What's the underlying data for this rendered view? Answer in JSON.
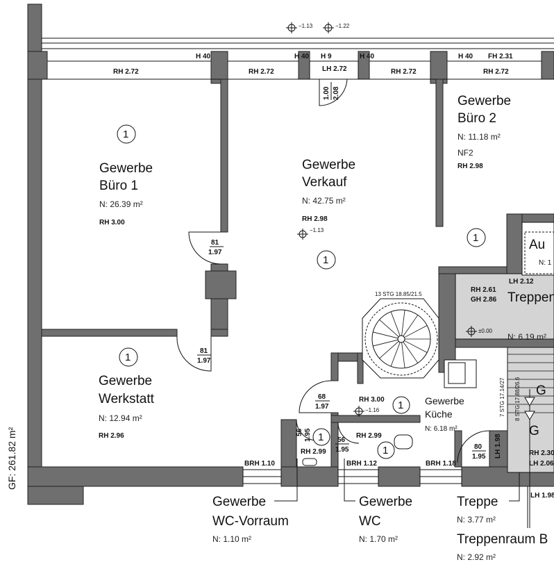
{
  "rooms": {
    "buero1": {
      "line1": "Gewerbe",
      "line2": "Büro 1",
      "area": "N: 26.39 m²",
      "rh": "RH 3.00",
      "num": "1"
    },
    "verkauf": {
      "line1": "Gewerbe",
      "line2": "Verkauf",
      "area": "N: 42.75 m²",
      "rh": "RH 2.98",
      "level": "−1.13",
      "num": "1"
    },
    "buero2": {
      "line1": "Gewerbe",
      "line2": "Büro 2",
      "area": "N: 11.18 m²",
      "nf": "NF2",
      "rh": "RH 2.98",
      "num": "1"
    },
    "werkstatt": {
      "line1": "Gewerbe",
      "line2": "Werkstatt",
      "area": "N: 12.94 m²",
      "rh": "RH 2.96",
      "num": "1"
    },
    "kueche": {
      "line1": "Gewerbe",
      "line2": "Küche",
      "area": "N: 6.18 m²",
      "rh": "RH 3.00",
      "level": "−1.16",
      "num": "1"
    },
    "wc_vorraum": {
      "line1": "Gewerbe",
      "line2": "WC-Vorraum",
      "area": "N: 1.10 m²",
      "rh": "RH 2.99",
      "num": "1"
    },
    "wc": {
      "line1": "Gewerbe",
      "line2": "WC",
      "area": "N: 1.70 m²",
      "rh": "RH 2.99",
      "num": "1"
    },
    "treppe": {
      "line1": "Treppe",
      "area": "N: 3.77 m²"
    },
    "treppenraum": {
      "line1": "Treppenraum B",
      "area": "N: 2.92 m²"
    },
    "treppenhaus": {
      "label": "Treppen",
      "area": "N: 6.19 m²",
      "rh": "RH 2.61",
      "gh": "GH 2.86",
      "level": "±0.00",
      "lh": "LH 2.12"
    },
    "aufzug": {
      "label": "Au",
      "area": "N: 1"
    },
    "num_right": "1"
  },
  "top_labels": {
    "rh1": "RH 2.72",
    "rh2": "RH 2.72",
    "rh3": "RH 2.72",
    "rh4": "RH 2.72",
    "h40a": "H 40",
    "h40b": "H 40",
    "h40c": "H 40",
    "h40d": "H 40",
    "h9": "H 9",
    "lh": "LH 2.72",
    "fh": "FH 2.31",
    "lvl1": "−1.13",
    "lvl2": "−1.22",
    "door_top_w": "1.00",
    "door_top_h": "2.08"
  },
  "doors": {
    "d1_w": "81",
    "d1_h": "1.97",
    "d2_w": "81",
    "d2_h": "1.97",
    "d3_w": "68",
    "d3_h": "1.97",
    "d4_w": "56",
    "d4_h": "1.95",
    "d5_w": "56",
    "d5_h": "1.95",
    "d6_w": "80",
    "d6_h": "1.95"
  },
  "stairs": {
    "spiral": "13 STG 18.85/21.5",
    "stg1": "7 STG 17.14/27",
    "stg2": "8 STG 17.88/26.6",
    "g1": "G",
    "g2": "G",
    "rh": "RH 2.30",
    "lh": "LH 2.06",
    "lh2": "LH 1.98",
    "lh3": "LH 1.98"
  },
  "bottom_labels": {
    "brh1": "BRH 1.10",
    "brh2": "BRH 1.12",
    "brh3": "BRH 1.18"
  },
  "gf": "GF: 261.82 m²"
}
